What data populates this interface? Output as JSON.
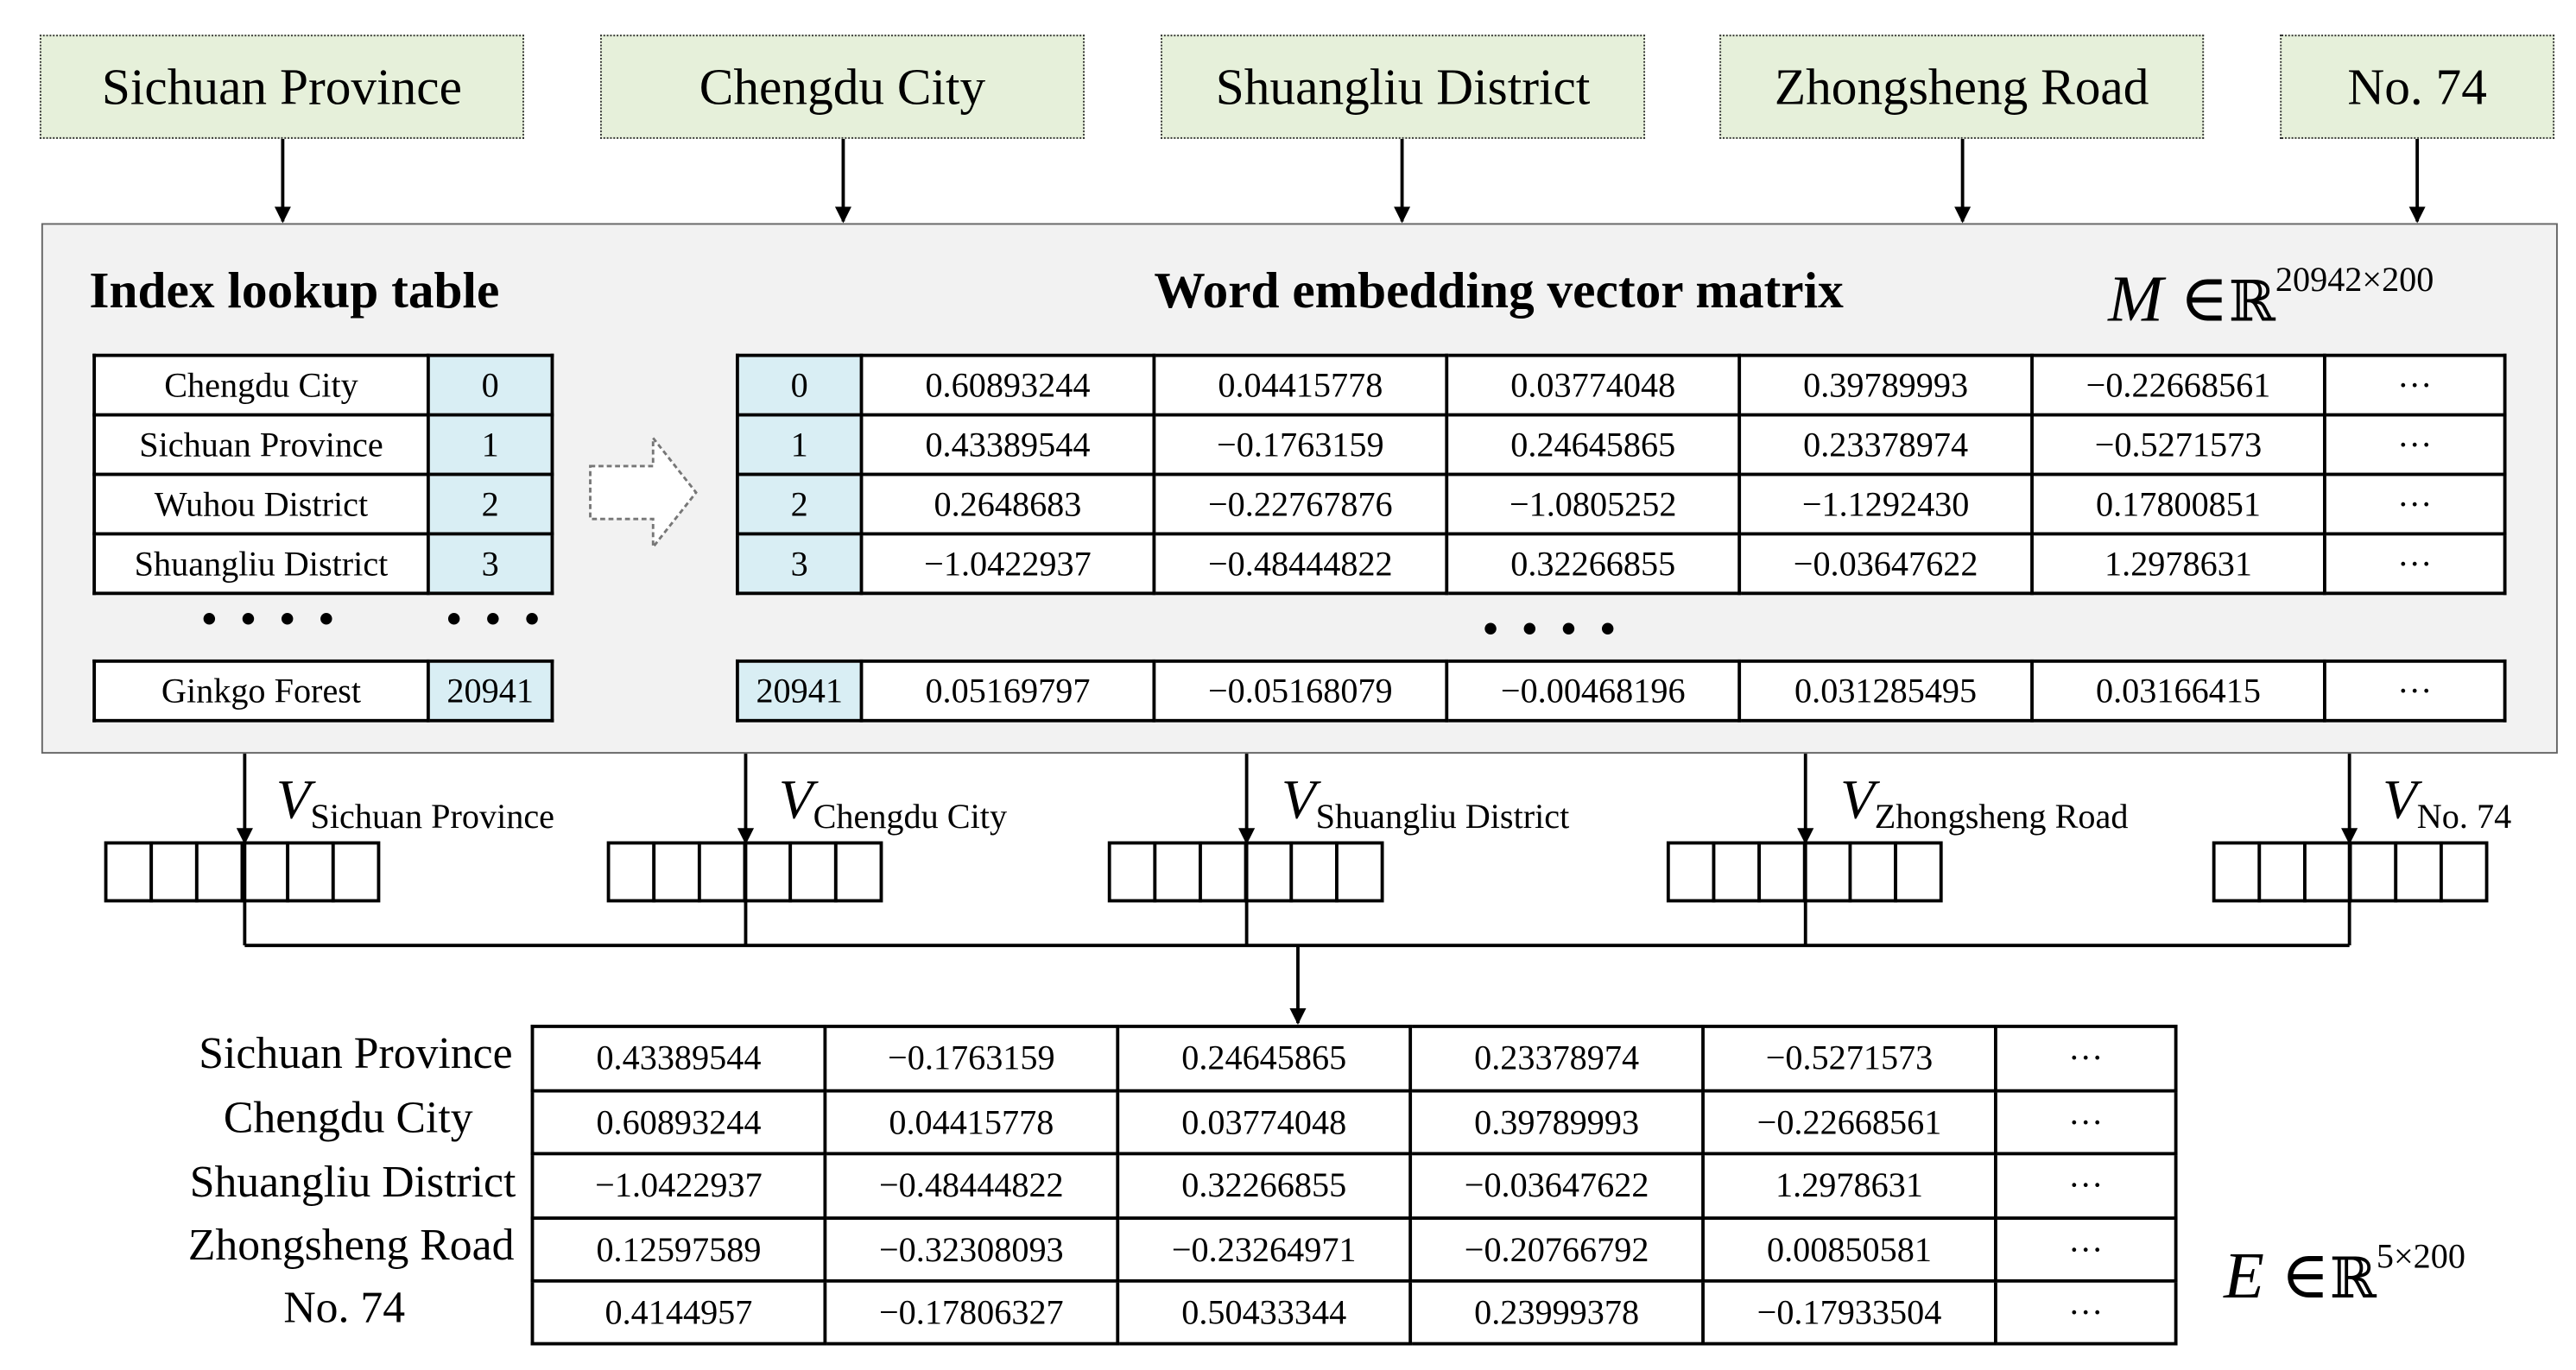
{
  "tokens": [
    "Sichuan Province",
    "Chengdu City",
    "Shuangliu District",
    "Zhongsheng Road",
    "No. 74"
  ],
  "lookup": {
    "title": "Index lookup table",
    "rows": [
      {
        "word": "Chengdu City",
        "index": "0"
      },
      {
        "word": "Sichuan Province",
        "index": "1"
      },
      {
        "word": "Wuhou District",
        "index": "2"
      },
      {
        "word": "Shuangliu District",
        "index": "3"
      }
    ],
    "ellipsis_word": "• • • •",
    "ellipsis_index": "• • •",
    "last_row": {
      "word": "Ginkgo Forest",
      "index": "20941"
    }
  },
  "matrix": {
    "title": "Word embedding vector matrix",
    "symbol": "M",
    "relation": "∈",
    "set": "ℝ",
    "superscript": "20942×200",
    "rows": [
      {
        "index": "0",
        "values": [
          "0.60893244",
          "0.04415778",
          "0.03774048",
          "0.39789993",
          "−0.22668561",
          "···"
        ]
      },
      {
        "index": "1",
        "values": [
          "0.43389544",
          "−0.1763159",
          "0.24645865",
          "0.23378974",
          "−0.5271573",
          "···"
        ]
      },
      {
        "index": "2",
        "values": [
          "0.2648683",
          "−0.22767876",
          "−1.0805252",
          "−1.1292430",
          "0.17800851",
          "···"
        ]
      },
      {
        "index": "3",
        "values": [
          "−1.0422937",
          "−0.48444822",
          "0.32266855",
          "−0.03647622",
          "1.2978631",
          "···"
        ]
      }
    ],
    "ellipsis": "• • • •",
    "last_row": {
      "index": "20941",
      "values": [
        "0.05169797",
        "−0.05168079",
        "−0.00468196",
        "0.031285495",
        "0.03166415",
        "···"
      ]
    }
  },
  "vectors": [
    {
      "v": "V",
      "sub": "Sichuan Province"
    },
    {
      "v": "V",
      "sub": "Chengdu City"
    },
    {
      "v": "V",
      "sub": "Shuangliu District"
    },
    {
      "v": "V",
      "sub": "Zhongsheng Road"
    },
    {
      "v": "V",
      "sub": "No. 74"
    }
  ],
  "output": {
    "symbol": "E",
    "relation": "∈",
    "set": "ℝ",
    "superscript": "5×200",
    "labels": [
      "Sichuan Province",
      "Chengdu City",
      "Shuangliu District",
      "Zhongsheng Road",
      "No. 74"
    ],
    "rows": [
      [
        "0.43389544",
        "−0.1763159",
        "0.24645865",
        "0.23378974",
        "−0.5271573",
        "···"
      ],
      [
        "0.60893244",
        "0.04415778",
        "0.03774048",
        "0.39789993",
        "−0.22668561",
        "···"
      ],
      [
        "−1.0422937",
        "−0.48444822",
        "0.32266855",
        "−0.03647622",
        "1.2978631",
        "···"
      ],
      [
        "0.12597589",
        "−0.32308093",
        "−0.23264971",
        "−0.20766792",
        "0.00850581",
        "···"
      ],
      [
        "0.4144957",
        "−0.17806327",
        "0.50433344",
        "0.23999378",
        "−0.17933504",
        "···"
      ]
    ]
  }
}
